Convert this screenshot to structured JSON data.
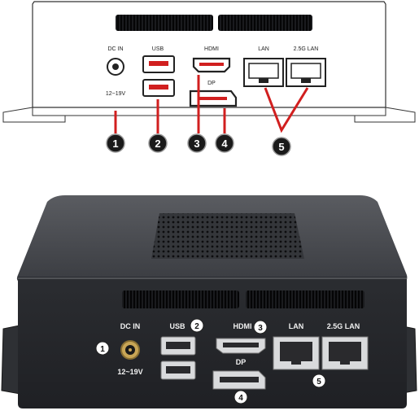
{
  "top_diagram": {
    "labels": {
      "dc_in": "DC IN",
      "voltage": "12~19V",
      "usb": "USB",
      "hdmi": "HDMI",
      "dp": "DP",
      "lan": "LAN",
      "lan25": "2.5G LAN"
    },
    "callouts": [
      "1",
      "2",
      "3",
      "4",
      "5"
    ],
    "colors": {
      "callout_line": "#d11f1f",
      "callout_circle": "#1a1a1a"
    }
  },
  "photo": {
    "labels": {
      "dc_in": "DC IN",
      "voltage": "12~19V",
      "usb": "USB",
      "hdmi": "HDMI",
      "dp": "DP",
      "lan": "LAN",
      "lan25": "2.5G LAN"
    },
    "markers": [
      "1",
      "2",
      "3",
      "4",
      "5"
    ],
    "colors": {
      "chassis": "#3a3c40",
      "marker_fill": "#ffffff"
    }
  }
}
